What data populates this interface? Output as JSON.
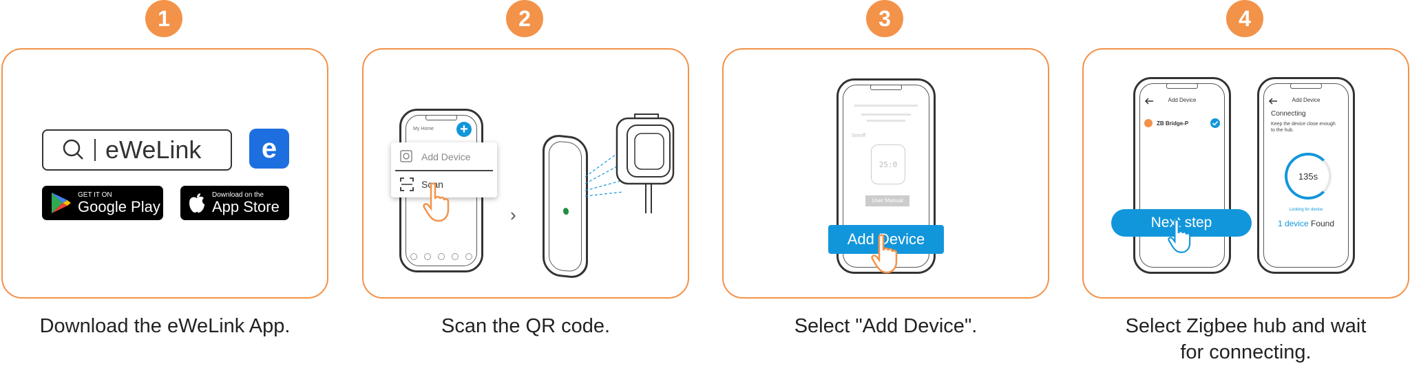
{
  "steps": [
    {
      "number": "1",
      "caption": "Download the eWeLink App."
    },
    {
      "number": "2",
      "caption": "Scan the QR code."
    },
    {
      "number": "3",
      "caption": "Select \"Add Device\"."
    },
    {
      "number": "4",
      "caption_line1": "Select Zigbee hub and wait",
      "caption_line2": "for connecting."
    }
  ],
  "step1": {
    "search_text": "eWeLink",
    "logo_letter": "e",
    "google_play": {
      "small": "GET IT ON",
      "big": "Google Play"
    },
    "app_store": {
      "small": "Download on the",
      "big": "App Store"
    }
  },
  "step2": {
    "phone_header": "My Home",
    "menu_add_device": "Add Device",
    "menu_scan": "Scan",
    "chevron": "›"
  },
  "step3": {
    "brand": "Sonoff",
    "device_time": "25:0",
    "user_manual": "User Manual",
    "add_device_button": "Add Device"
  },
  "step4": {
    "left_title": "Add Device",
    "device_name": "ZB Bridge-P",
    "next_step_button": "Next step",
    "right_title": "Add Device",
    "connecting": "Connecting",
    "hint": "Keep the device close enough to the hub.",
    "timer": "135s",
    "looking": "Looking for device",
    "found_count": "1 device",
    "found_label": "Found"
  },
  "colors": {
    "accent": "#f39249",
    "blue": "#1296db",
    "logo": "#1d6fe0"
  },
  "icons": [
    "search-icon",
    "ewelink-logo-icon",
    "google-play-icon",
    "apple-icon",
    "plus-icon",
    "scan-icon",
    "hand-pointer-icon",
    "back-arrow-icon",
    "check-icon"
  ]
}
